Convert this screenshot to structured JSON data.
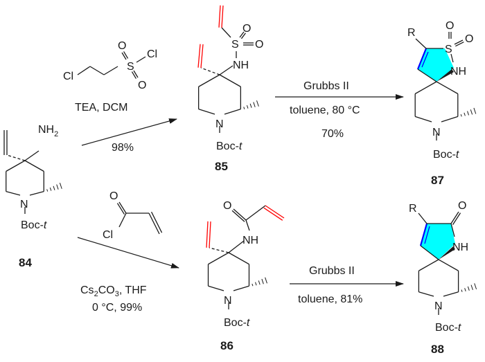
{
  "compounds": {
    "c84": {
      "label": "84",
      "amine": "NH",
      "amine_sub": "2",
      "ring_n": "N",
      "boc": "Boc-",
      "boc_t": "t"
    },
    "c85": {
      "label": "85",
      "nh": "NH",
      "s": "S",
      "o1": "O",
      "o2": "O",
      "ring_n": "N",
      "boc": "Boc-",
      "boc_t": "t"
    },
    "c86": {
      "label": "86",
      "nh": "NH",
      "o": "O",
      "ring_n": "N",
      "boc": "Boc-",
      "boc_t": "t"
    },
    "c87": {
      "label": "87",
      "r": "R",
      "s": "S",
      "o1": "O",
      "o2": "O",
      "nh": "NH",
      "ring_n": "N",
      "boc": "Boc-",
      "boc_t": "t"
    },
    "c88": {
      "label": "88",
      "r": "R",
      "o": "O",
      "nh": "NH",
      "ring_n": "N",
      "boc": "Boc-",
      "boc_t": "t"
    }
  },
  "reagents": {
    "sulfonyl_chloride": {
      "cl1": "Cl",
      "s": "S",
      "cl2": "Cl",
      "o1": "O",
      "o2": "O"
    },
    "acryloyl_chloride": {
      "o": "O",
      "cl": "Cl"
    }
  },
  "conditions": {
    "step1": {
      "line1": "TEA, DCM",
      "yield": "98%"
    },
    "step2": {
      "line1": "Grubbs II",
      "line2": "toluene, 80 °C",
      "yield": "70%"
    },
    "step3": {
      "cs": "Cs",
      "sub2": "2",
      "co": "CO",
      "sub3": "3",
      "rest": ", THF",
      "line2": "0 °C, 99%"
    },
    "step4": {
      "line1": "Grubbs II",
      "line2": "toluene, 81%"
    }
  },
  "colors": {
    "bond": "#1a1a1a",
    "new_alkene": "#ff0000",
    "rcm_ring": "#00ffff",
    "rcm_alkene": "#0000ff"
  }
}
